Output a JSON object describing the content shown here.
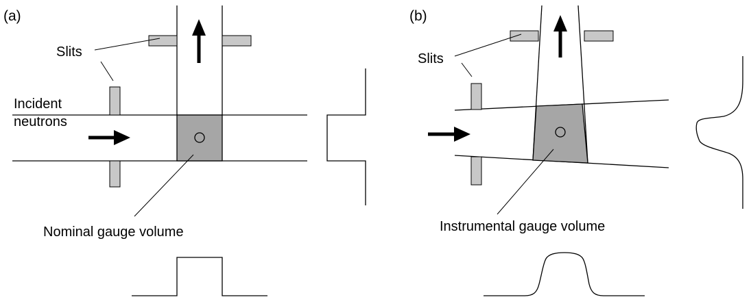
{
  "panel_a": {
    "tag": "(a)",
    "slits_label": "Slits",
    "incident_label_line1": "Incident",
    "incident_label_line2": "neutrons",
    "gauge_label": "Nominal gauge volume"
  },
  "panel_b": {
    "tag": "(b)",
    "slits_label": "Slits",
    "gauge_label": "Instrumental gauge volume"
  },
  "colors": {
    "slit_fill": "#c8c8c8",
    "gauge_fill": "#a6a6a6",
    "line": "#000000"
  }
}
